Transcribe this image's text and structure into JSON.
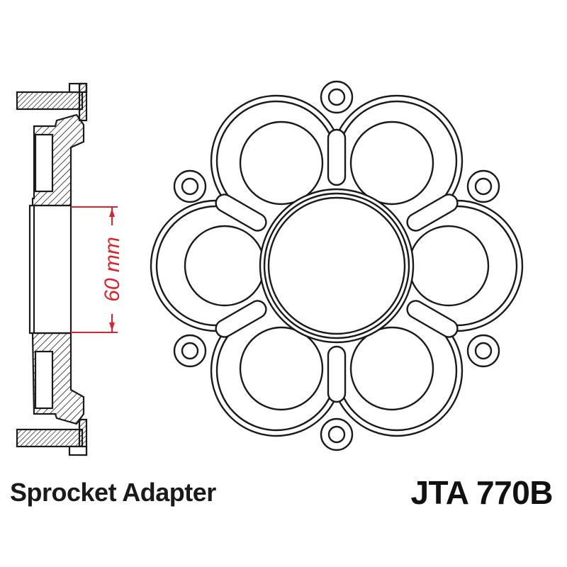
{
  "diagram": {
    "title": "Sprocket Adapter",
    "part_number": "JTA 770B",
    "cross_section": {
      "dimension_label": "60 mm",
      "dimension_value": 60,
      "dimension_unit": "mm",
      "dimension_color": "#d9232e"
    },
    "front_view": {
      "large_holes": 6,
      "mounting_lugs": 6,
      "slots": 6,
      "line_color": "#1a1a1a"
    }
  }
}
